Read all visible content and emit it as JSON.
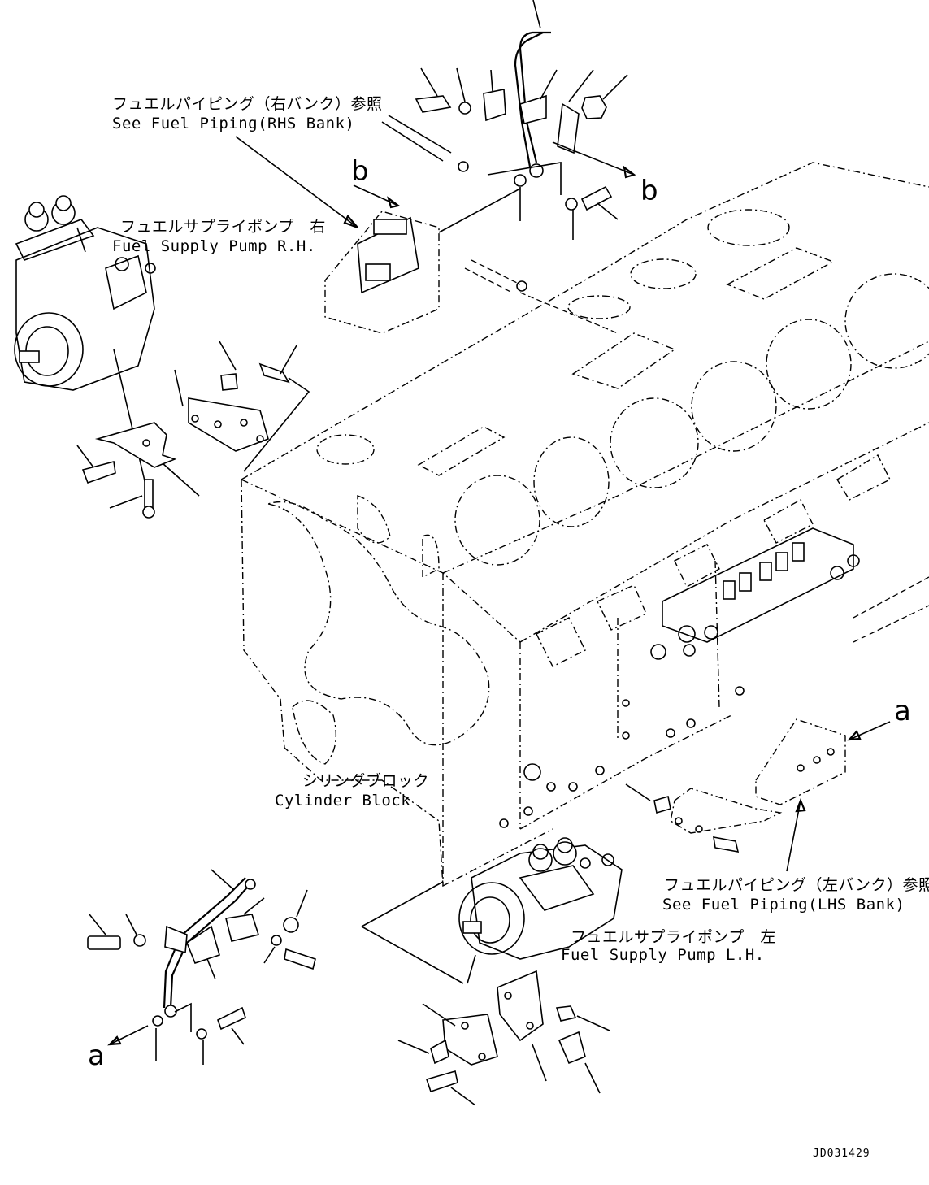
{
  "labels": {
    "fuel_piping_rhs": {
      "ja": "フュエルパイピング（右バンク）参照",
      "en": "See Fuel Piping(RHS Bank)"
    },
    "fuel_pump_rh": {
      "ja": "フュエルサプライポンプ　右",
      "en": "Fuel Supply Pump R.H."
    },
    "cylinder_block": {
      "ja": "シリンダブロック",
      "en": "Cylinder Block"
    },
    "fuel_piping_lhs": {
      "ja": "フュエルパイピング（左バンク）参照",
      "en": "See Fuel Piping(LHS Bank)"
    },
    "fuel_pump_lh": {
      "ja": "フュエルサプライポンプ　左",
      "en": "Fuel Supply Pump L.H."
    }
  },
  "refs": {
    "b_top": "b",
    "b_right": "b",
    "a_right": "a",
    "a_left": "a"
  },
  "drawing_code": "JD031429"
}
